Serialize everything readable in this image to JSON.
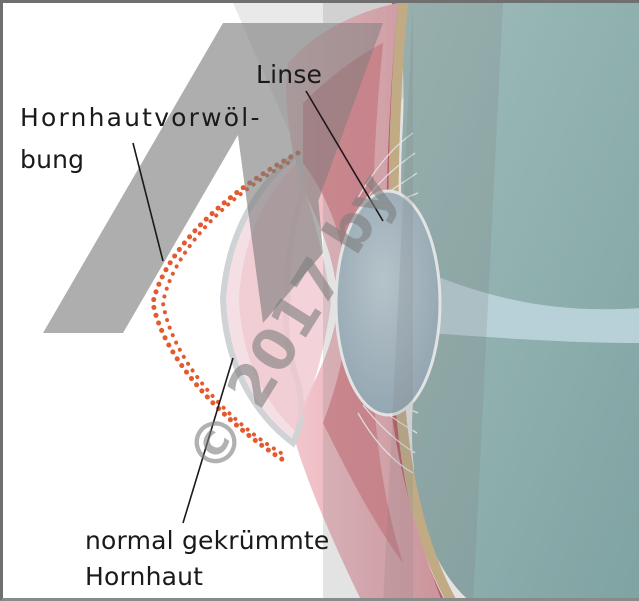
{
  "labels": {
    "linse": "Linse",
    "hornhautvorwoelbung_line1": "Hornhautvorwöl-",
    "hornhautvorwoelbung_line2": "bung",
    "normal_line1": "normal gekrümmte",
    "normal_line2": "Hornhaut"
  },
  "watermark": {
    "letters": "M",
    "copyright": "© 2017 by"
  },
  "colors": {
    "vitreous": "#8fb2b0",
    "tissue_pink": "#e5a4ad",
    "tissue_red": "#c85560",
    "lens": "#a9bfcc",
    "cornea_outline": "#e35a30",
    "watermark_grey": "#7d7d7d",
    "sclera_tan": "#e8c99a"
  }
}
